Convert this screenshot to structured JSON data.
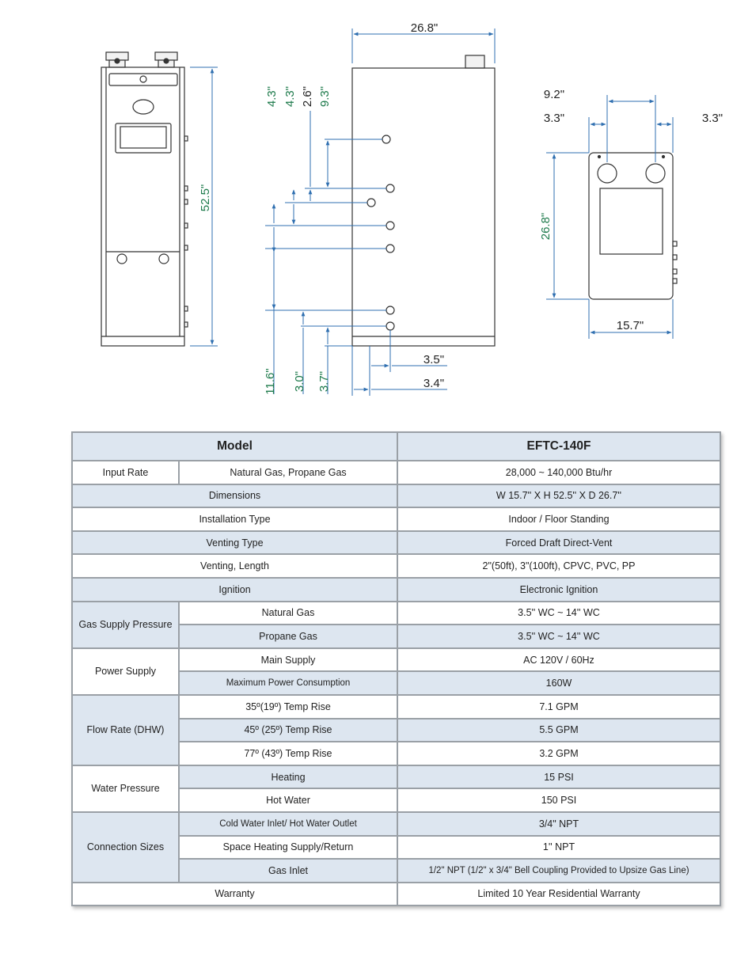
{
  "drawing": {
    "front_height": "52.5\"",
    "side_depth": "26.8\"",
    "side_top_dims": [
      "4.3\"",
      "4.3\"",
      "2.6\"",
      "9.3\""
    ],
    "side_bottom_dims": [
      "11.6\"",
      "3.0\"",
      "3.7\""
    ],
    "side_right_dims": [
      "3.5\"",
      "3.4\""
    ],
    "top_dims": {
      "spacing": "9.2\"",
      "left_offset": "3.3\"",
      "right_offset": "3.3\"",
      "depth": "26.8\"",
      "width": "15.7\""
    },
    "line_color": "#2f6fb0",
    "label_color": "#1d7a4b"
  },
  "table": {
    "header": {
      "col1": "Model",
      "col2": "EFTC-140F"
    },
    "input_rate": {
      "label": "Input Rate",
      "sub": "Natural Gas, Propane Gas",
      "value": "28,000 ~ 140,000 Btu/hr"
    },
    "dimensions": {
      "label": "Dimensions",
      "value": "W 15.7'' X H 52.5'' X D 26.7''"
    },
    "installation": {
      "label": "Installation Type",
      "value": "Indoor / Floor Standing"
    },
    "venting_type": {
      "label": "Venting Type",
      "value": "Forced Draft Direct-Vent"
    },
    "venting_length": {
      "label": "Venting, Length",
      "value": "2\"(50ft), 3\"(100ft), CPVC, PVC, PP"
    },
    "ignition": {
      "label": "Ignition",
      "value": "Electronic Ignition"
    },
    "gas_supply": {
      "label": "Gas Supply Pressure",
      "rows": [
        {
          "sub": "Natural Gas",
          "value": "3.5'' WC ~ 14'' WC"
        },
        {
          "sub": "Propane Gas",
          "value": "3.5'' WC ~ 14'' WC"
        }
      ]
    },
    "power_supply": {
      "label": "Power Supply",
      "rows": [
        {
          "sub": "Main Supply",
          "value": "AC 120V / 60Hz"
        },
        {
          "sub": "Maximum Power Consumption",
          "value": "160W"
        }
      ]
    },
    "flow_rate": {
      "label": "Flow Rate (DHW)",
      "rows": [
        {
          "sub": "35º(19º) Temp Rise",
          "value": "7.1 GPM"
        },
        {
          "sub": "45º (25º) Temp Rise",
          "value": "5.5 GPM"
        },
        {
          "sub": "77º (43º) Temp Rise",
          "value": "3.2 GPM"
        }
      ]
    },
    "water_pressure": {
      "label": "Water Pressure",
      "rows": [
        {
          "sub": "Heating",
          "value": "15 PSI"
        },
        {
          "sub": "Hot Water",
          "value": "150 PSI"
        }
      ]
    },
    "connection_sizes": {
      "label": "Connection Sizes",
      "rows": [
        {
          "sub": "Cold Water Inlet/ Hot Water Outlet",
          "value": "3/4\" NPT"
        },
        {
          "sub": "Space Heating Supply/Return",
          "value": "1'' NPT"
        },
        {
          "sub": "Gas Inlet",
          "value": "1/2\" NPT (1/2\" x 3/4\" Bell Coupling Provided to Upsize Gas Line)"
        }
      ]
    },
    "warranty": {
      "label": "Warranty",
      "value": "Limited 10 Year Residential Warranty"
    }
  }
}
